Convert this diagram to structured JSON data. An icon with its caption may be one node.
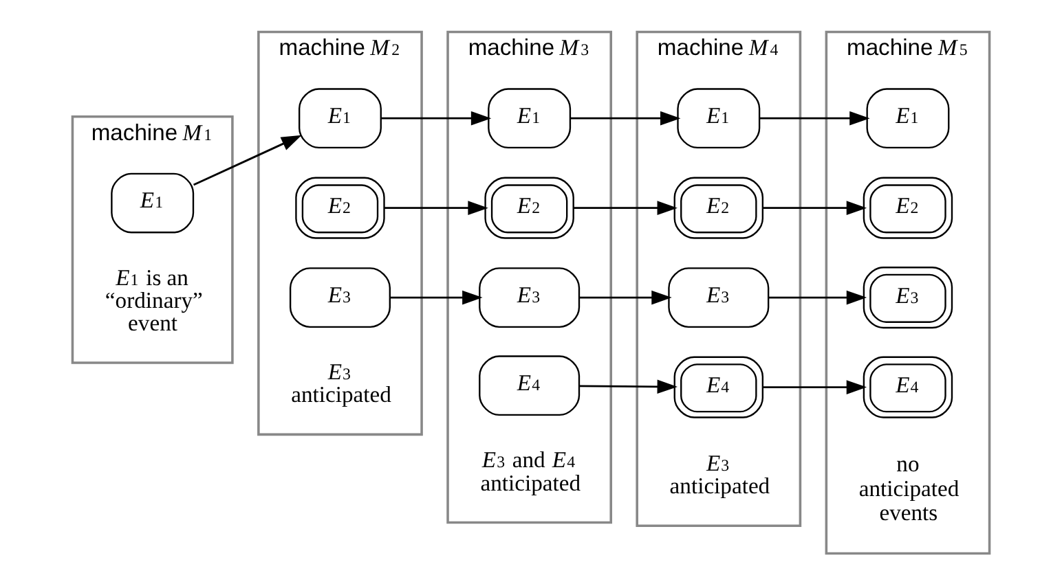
{
  "diagram": {
    "nodes": [
      {
        "text": [
          "machine *M*$_{1}$",
          "*E*$_{1}$ is an “ordinary” event"
        ]
      },
      {
        "text": [
          "*E*$_{1}$"
        ],
        "in": 0
      },
      {
        "text": [
          "machine *M*$_{2}$",
          "*E*$_{3}$ anticipated"
        ]
      },
      {
        "text": [
          "*E*$_{1}$"
        ],
        "in": 2
      },
      {
        "text": [
          "*E*$_{2}$"
        ],
        "in": 2
      },
      {
        "text": [
          "*E*$_{3}$"
        ],
        "in": 2
      },
      {
        "text": [
          "machine *M*$_{3}$",
          "*E*$_{3}$ and *E*$_{4}$ anticipated"
        ]
      },
      {
        "text": [
          "*E*$_{1}$"
        ],
        "in": 6
      },
      {
        "text": [
          "*E*$_{2}$"
        ],
        "in": 6
      },
      {
        "text": [
          "*E*$_{3}$"
        ],
        "in": 6
      },
      {
        "text": [
          "*E*$_{4}$"
        ],
        "in": 6
      },
      {
        "text": [
          "machine *M*$_{4}$",
          "*E*$_{3}$ anticipated"
        ]
      },
      {
        "text": [
          "*E*$_{1}$"
        ],
        "in": 11
      },
      {
        "text": [
          "*E*$_{2}$"
        ],
        "in": 11
      },
      {
        "text": [
          "*E*$_{3}$"
        ],
        "in": 11
      },
      {
        "text": [
          "*E*$_{4}$"
        ],
        "in": 11
      },
      {
        "text": [
          "machine *M*$_{5}$",
          "no anticipated events"
        ]
      },
      {
        "text": [
          "*E*$_{1}$"
        ],
        "in": 16
      },
      {
        "text": [
          "*E*$_{2}$"
        ],
        "in": 16
      },
      {
        "text": [
          "*E*$_{3}$"
        ],
        "in": 16
      },
      {
        "text": [
          "*E*$_{4}$"
        ],
        "in": 16
      }
    ],
    "edges": [
      {
        "from": 1,
        "to": 3,
        "arrow": "to"
      },
      {
        "from": 3,
        "to": 7,
        "arrow": "to"
      },
      {
        "from": 7,
        "to": 12,
        "arrow": "to"
      },
      {
        "from": 12,
        "to": 17,
        "arrow": "to"
      },
      {
        "from": 4,
        "to": 8,
        "arrow": "to"
      },
      {
        "from": 8,
        "to": 13,
        "arrow": "to"
      },
      {
        "from": 13,
        "to": 18,
        "arrow": "to"
      },
      {
        "from": 5,
        "to": 9,
        "arrow": "to"
      },
      {
        "from": 9,
        "to": 14,
        "arrow": "to"
      },
      {
        "from": 14,
        "to": 19,
        "arrow": "to"
      },
      {
        "from": 10,
        "to": 15,
        "arrow": "to"
      },
      {
        "from": 15,
        "to": 20,
        "arrow": "to"
      }
    ]
  }
}
